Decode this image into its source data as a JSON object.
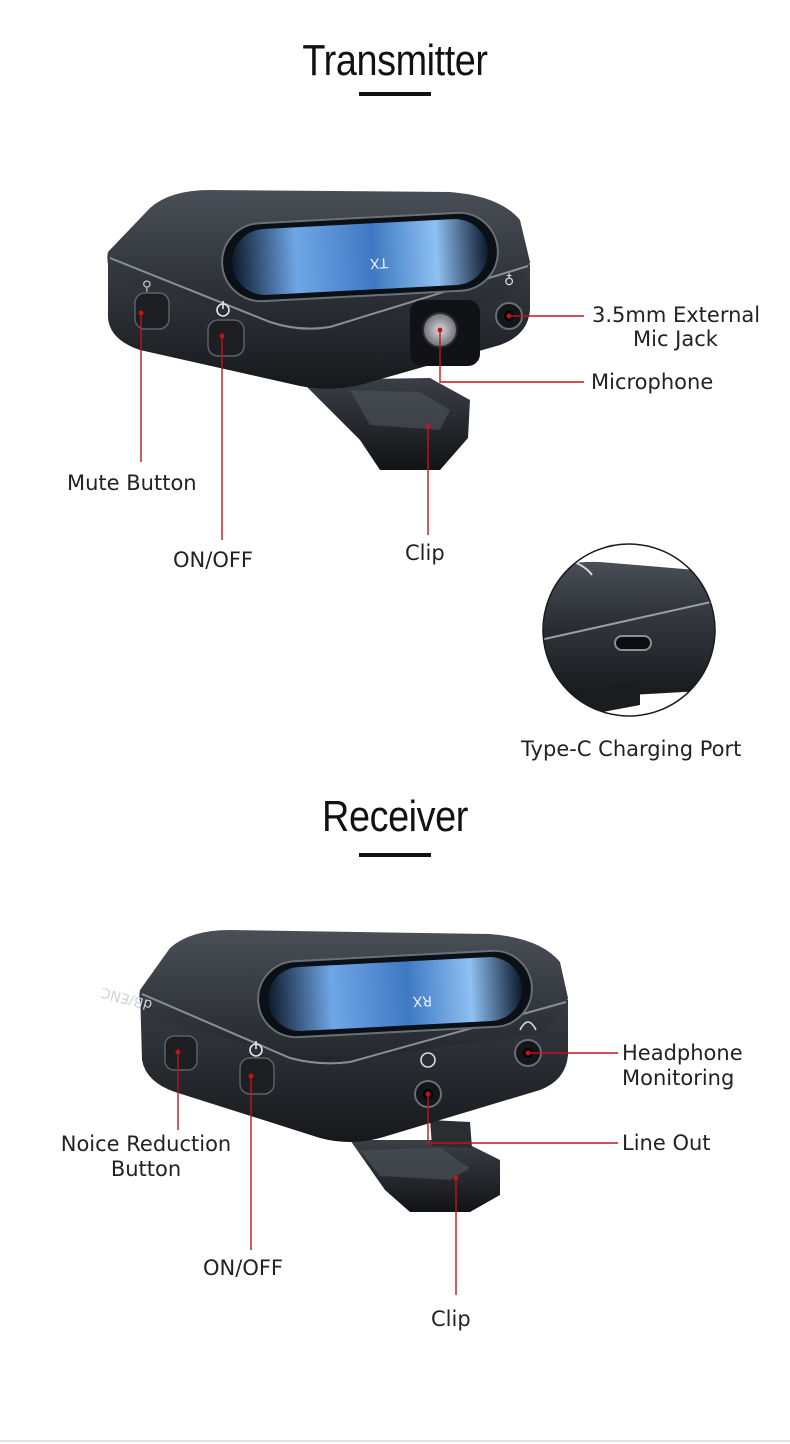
{
  "sections": {
    "transmitter": {
      "title": "Transmitter",
      "labels": {
        "mic_jack_line1": "3.5mm External",
        "mic_jack_line2": "Mic Jack",
        "microphone": "Microphone",
        "mute_button": "Mute Button",
        "on_off": "ON/OFF",
        "clip": "Clip",
        "type_c_port": "Type-C Charging Port"
      },
      "device_screen": {
        "text": "TX"
      }
    },
    "receiver": {
      "title": "Receiver",
      "labels": {
        "headphone_line1": "Headphone",
        "headphone_line2": "Monitoring",
        "line_out": "Line Out",
        "noise_line1": "Noice Reduction",
        "noise_line2": "Button",
        "on_off": "ON/OFF",
        "clip": "Clip"
      },
      "device_screen": {
        "text": "RX"
      },
      "side_print": "dB/ENC"
    }
  },
  "colors": {
    "callout_line": "#c0141b",
    "device_body": "#2b2f35",
    "screen_blue": "#5a93d6",
    "title_bar": "#111111"
  }
}
